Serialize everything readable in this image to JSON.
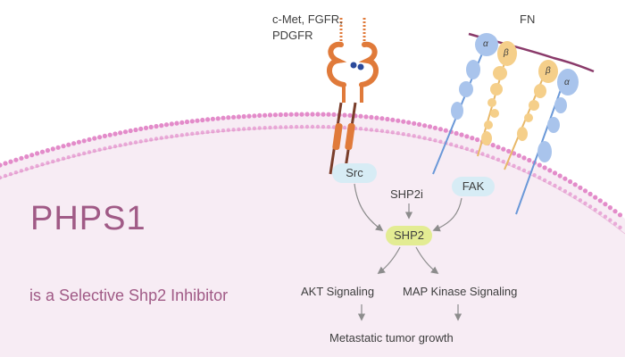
{
  "receptor_label_line1": "c-Met, FGFR,",
  "receptor_label_line2": "PDGFR",
  "fn_label": "FN",
  "alpha_symbol": "α",
  "beta_symbol": "β",
  "nodes": {
    "src": "Src",
    "shp2i": "SHP2i",
    "fak": "FAK",
    "shp2": "SHP2",
    "akt": "AKT Signaling",
    "mapk": "MAP Kinase Signaling",
    "outcome": "Metastatic tumor growth"
  },
  "title": "PHPS1",
  "subtitle": "is a Selective Shp2 Inhibitor",
  "colors": {
    "cell_fill": "#f7ecf4",
    "membrane_bead": "#e07fc4",
    "title": "#a05a86",
    "receptor": "#e07a3a",
    "receptor_dark": "#7a3d2a",
    "integrin_alpha": "#a9c4ec",
    "integrin_beta": "#f5cf8a",
    "fn_line": "#8a3a6a",
    "pill_blue": "#d7ecf5",
    "pill_green": "#e3ec93",
    "arrow": "#8c8c8c"
  }
}
